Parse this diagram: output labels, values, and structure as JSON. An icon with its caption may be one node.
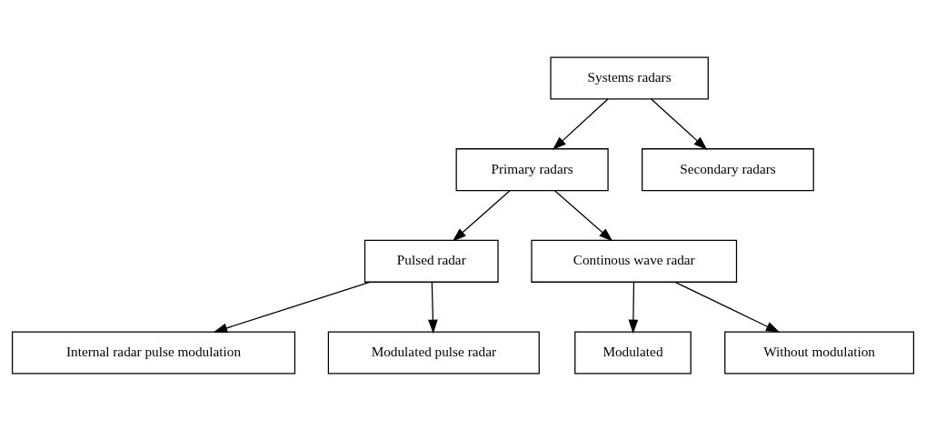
{
  "diagram": {
    "nodes": [
      {
        "text": [
          "Systems radars"
        ]
      },
      {
        "text": [
          "Primary radars"
        ]
      },
      {
        "text": [
          "Secondary radars"
        ]
      },
      {
        "text": [
          "Pulsed radar"
        ]
      },
      {
        "text": [
          "Continous wave radar"
        ]
      },
      {
        "text": [
          "Internal radar pulse modulation"
        ]
      },
      {
        "text": [
          "Modulated pulse radar"
        ]
      },
      {
        "text": [
          "Modulated"
        ]
      },
      {
        "text": [
          "Without modulation"
        ]
      }
    ],
    "edges": [
      {
        "from": 0,
        "to": 1,
        "arrow": "to"
      },
      {
        "from": 0,
        "to": 2,
        "arrow": "to"
      },
      {
        "from": 1,
        "to": 3,
        "arrow": "to"
      },
      {
        "from": 1,
        "to": 4,
        "arrow": "to"
      },
      {
        "from": 3,
        "to": 5,
        "arrow": "to"
      },
      {
        "from": 3,
        "to": 6,
        "arrow": "to"
      },
      {
        "from": 4,
        "to": 7,
        "arrow": "to"
      },
      {
        "from": 4,
        "to": 8,
        "arrow": "to"
      }
    ]
  }
}
